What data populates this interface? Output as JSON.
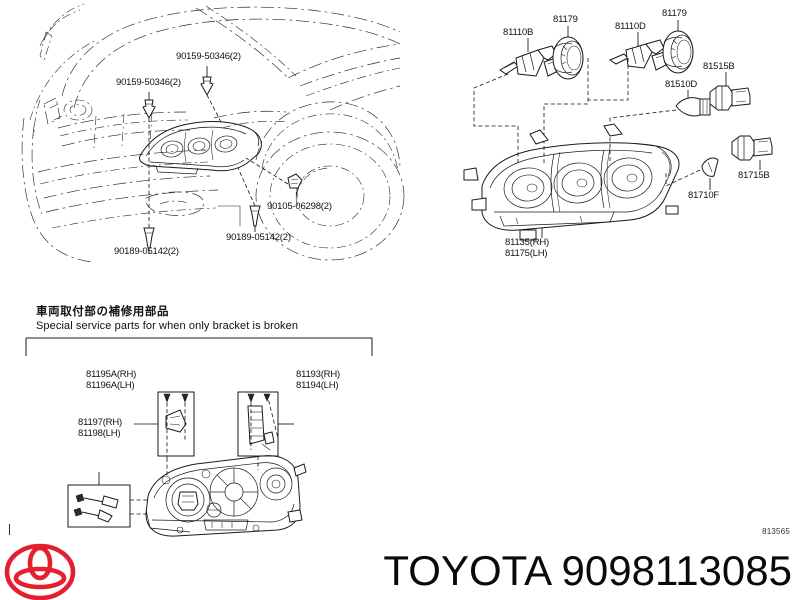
{
  "document": {
    "type": "parts-catalog-diagram",
    "reference_code": "813565"
  },
  "footer": {
    "brand": "TOYOTA",
    "part_number": "9098113085",
    "combined": "TOYOTA 9098113085",
    "logo_name": "toyota-emblem",
    "logo_color": "#e4202f"
  },
  "vehicle_diagram": {
    "name": "front-end-installation-view",
    "labels": [
      {
        "id": "clip-upper-left",
        "text": "90159-50346(2)"
      },
      {
        "id": "clip-upper-right",
        "text": "90159-50346(2)"
      },
      {
        "id": "bolt-lower-left",
        "text": "90189-05142(2)"
      },
      {
        "id": "bolt-lower-mid",
        "text": "90189-05142(2)"
      },
      {
        "id": "screw-fender",
        "text": "90105-06298(2)"
      }
    ]
  },
  "headlamp_exploded": {
    "name": "headlamp-assembly-exploded-view",
    "bulbs": [
      {
        "id": "bulb-low-beam",
        "text": "81110B"
      },
      {
        "id": "cap-low-beam",
        "text": "81179"
      },
      {
        "id": "bulb-high-beam",
        "text": "81110D"
      },
      {
        "id": "cap-high-beam",
        "text": "81179"
      },
      {
        "id": "bulb-signal",
        "text": "81510D"
      },
      {
        "id": "socket-signal",
        "text": "81515B"
      },
      {
        "id": "bulb-parking",
        "text": "81710F"
      },
      {
        "id": "socket-parking",
        "text": "81715B"
      }
    ],
    "assembly_label": {
      "rh": "81135(RH)",
      "lh": "81175(LH)"
    }
  },
  "bracket_section": {
    "name": "special-service-parts-bracket",
    "title_jp": "車両取付部の補修用部品",
    "title_en": "Special service parts for when only bracket is broken",
    "parts": [
      {
        "id": "bracket-front",
        "rh": "81195A(RH)",
        "lh": "81196A(LH)"
      },
      {
        "id": "bracket-rear",
        "rh": "81193(RH)",
        "lh": "81194(LH)"
      },
      {
        "id": "bracket-lower",
        "rh": "81197(RH)",
        "lh": "81198(LH)"
      }
    ]
  }
}
